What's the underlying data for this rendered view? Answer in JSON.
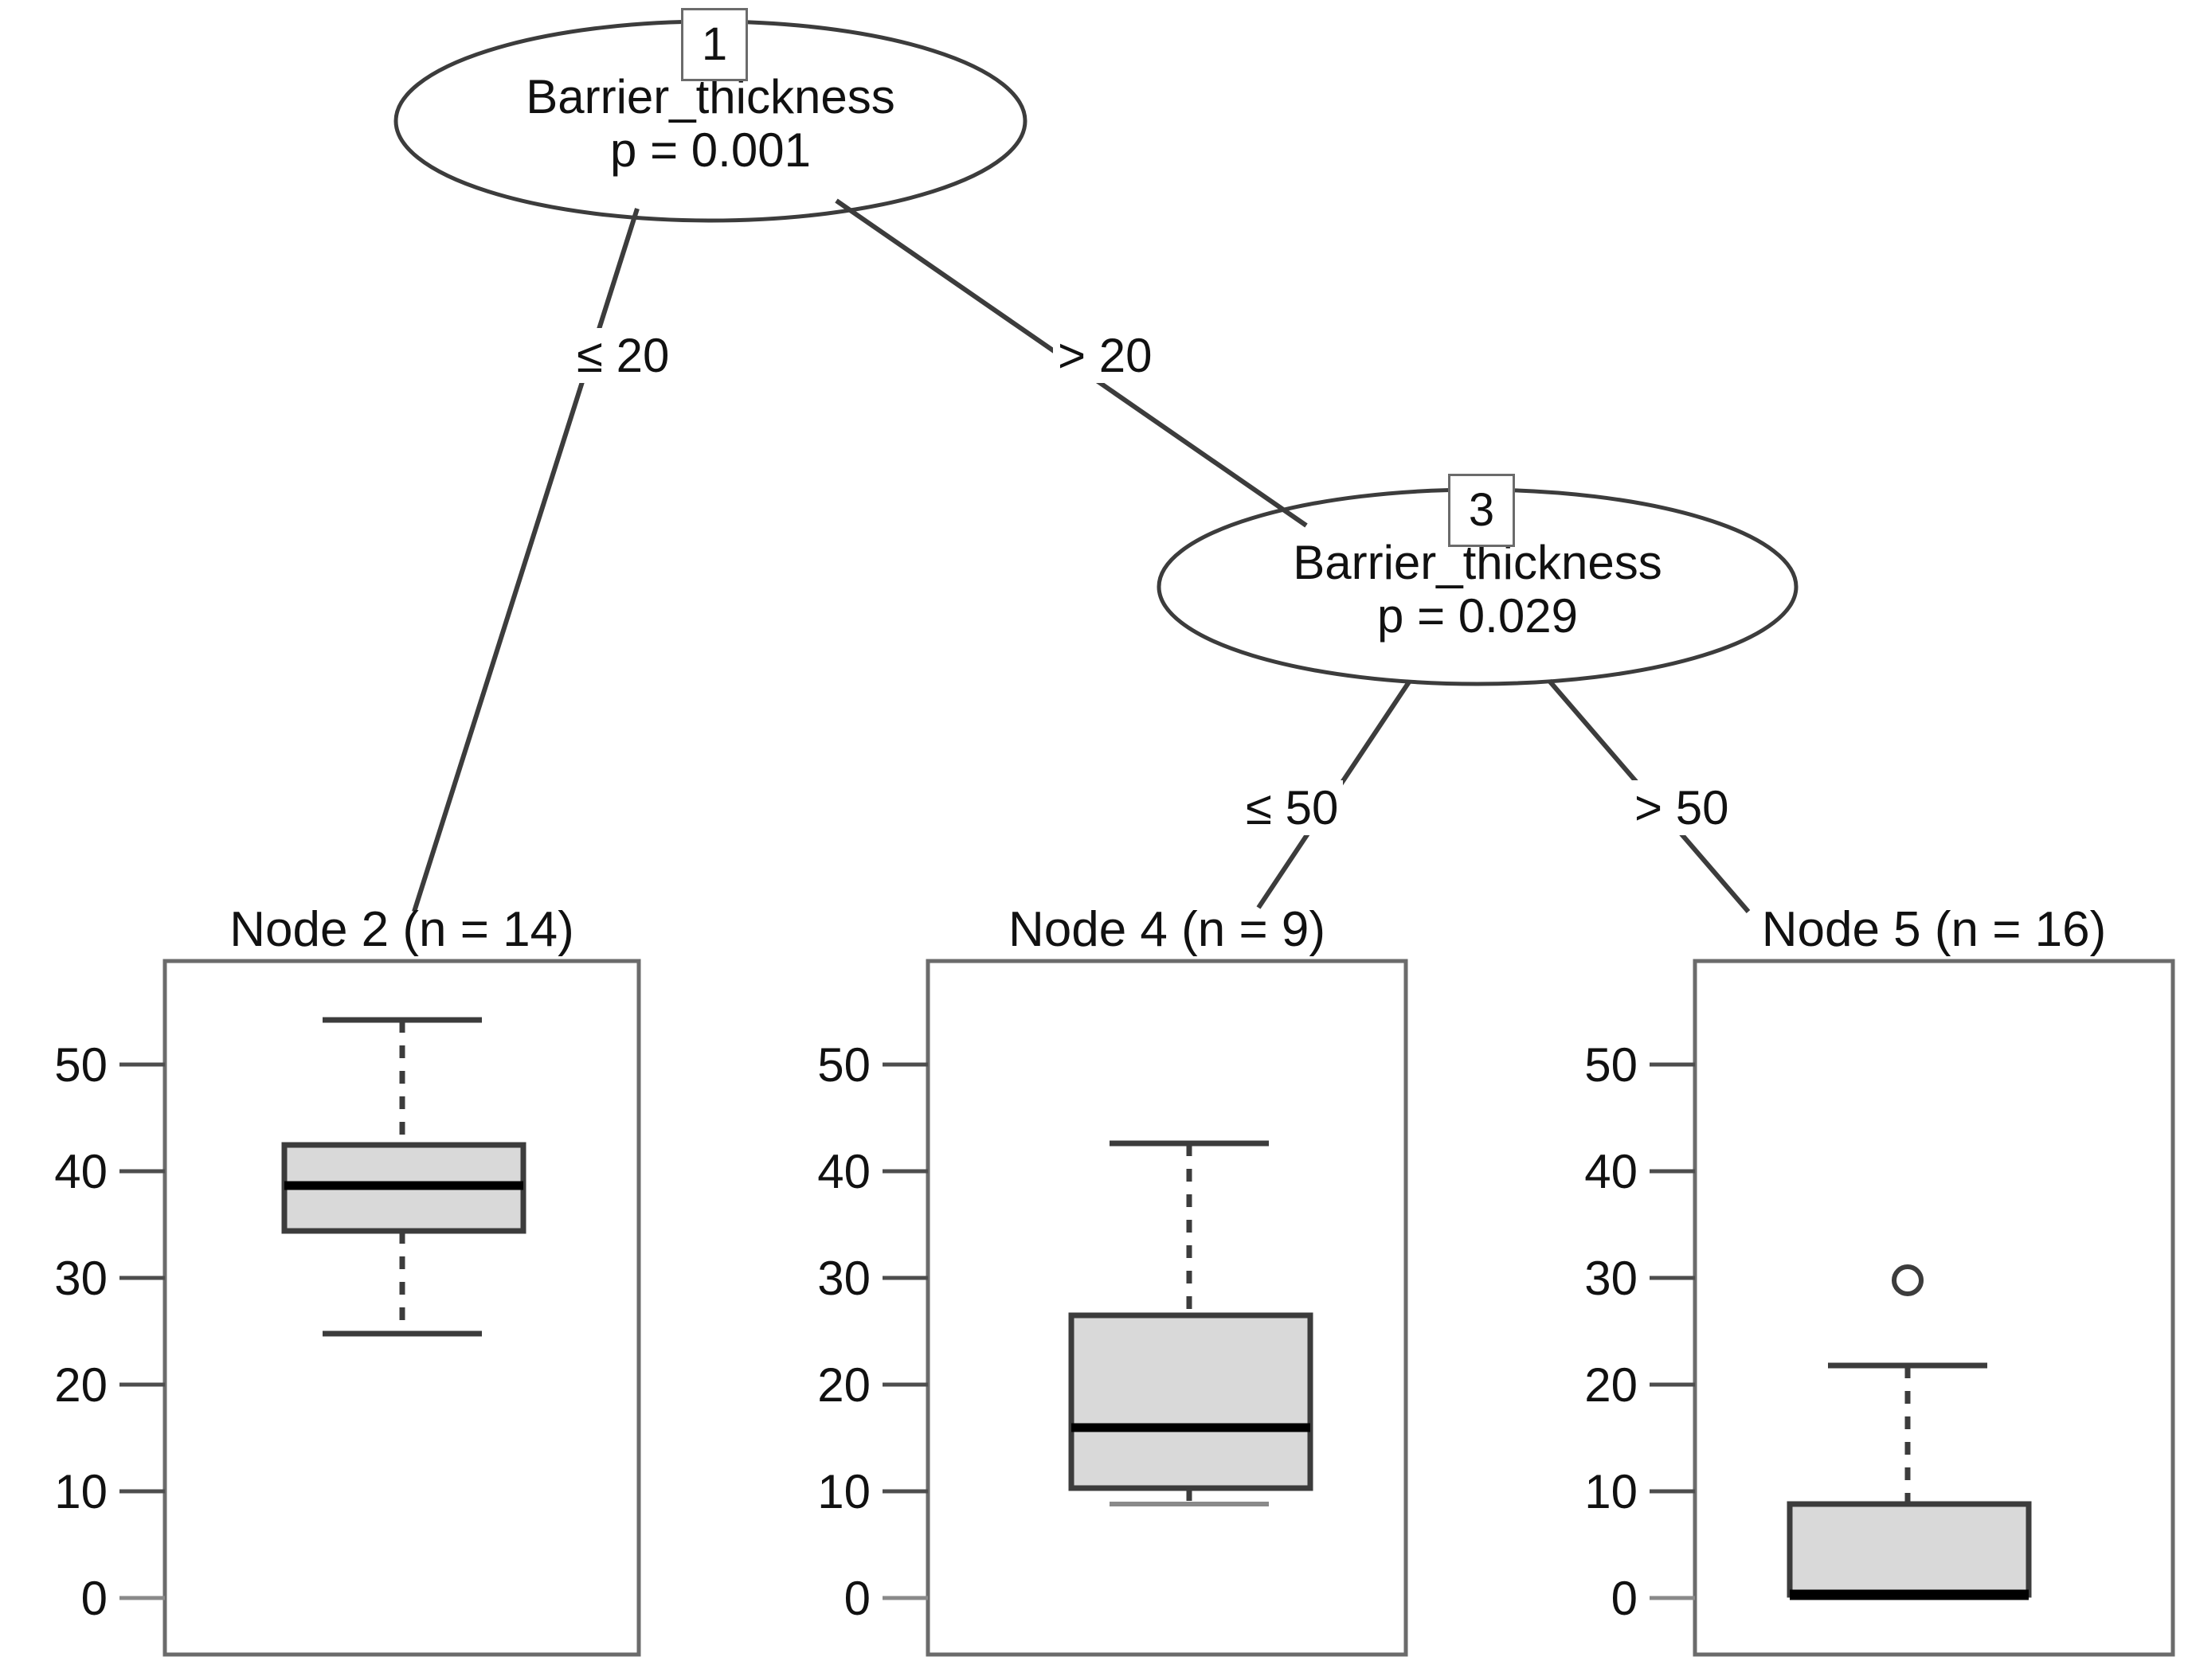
{
  "title": "Conditional inference tree of Barrier_thickness",
  "tree": {
    "nodes": [
      {
        "id": "1",
        "label": "1",
        "variable": "Barrier_thickness",
        "pvalue": "p = 0.001",
        "type": "inner"
      },
      {
        "id": "3",
        "label": "3",
        "variable": "Barrier_thickness",
        "pvalue": "p = 0.029",
        "type": "inner"
      }
    ],
    "edges": [
      {
        "from": "1",
        "to": "2",
        "label": "≤ 20"
      },
      {
        "from": "1",
        "to": "3",
        "label": "> 20"
      },
      {
        "from": "3",
        "to": "4",
        "label": "≤ 50"
      },
      {
        "from": "3",
        "to": "5",
        "label": "> 50"
      }
    ]
  },
  "panels": [
    {
      "id": "node2",
      "title": "Node 2 (n = 14)",
      "n": 14
    },
    {
      "id": "node4",
      "title": "Node 4 (n = 9)",
      "n": 9
    },
    {
      "id": "node5",
      "title": "Node 5 (n = 16)",
      "n": 16
    }
  ],
  "axis": {
    "ticks": [
      "50",
      "40",
      "30",
      "20",
      "10",
      "0"
    ],
    "tick_values": [
      50,
      40,
      30,
      20,
      10,
      0
    ],
    "min": 0,
    "max": 50
  },
  "chart_data": {
    "type": "box",
    "title": "Conditional inference tree — terminal node boxplots",
    "xlabel": "",
    "ylabel": "",
    "ylim": [
      0,
      50
    ],
    "yticks": [
      0,
      10,
      20,
      30,
      40,
      50
    ],
    "grid": false,
    "legend": "none",
    "categories": [
      "Node 2 (n = 14)",
      "Node 4 (n = 9)",
      "Node 5 (n = 16)"
    ],
    "boxes": [
      {
        "name": "Node 2 (n = 14)",
        "n": 14,
        "whisker_low": 24.8,
        "q1": 34.4,
        "median": 38.7,
        "q3": 42.5,
        "whisker_high": 54.2,
        "outliers": []
      },
      {
        "name": "Node 4 (n = 9)",
        "n": 9,
        "whisker_low": 8.8,
        "q1": 10.3,
        "median": 16.0,
        "q3": 26.5,
        "whisker_high": 42.6,
        "outliers": []
      },
      {
        "name": "Node 5 (n = 16)",
        "n": 16,
        "whisker_low": 0.3,
        "q1": 0.3,
        "median": 0.3,
        "q3": 8.8,
        "whisker_high": 21.8,
        "outliers": [
          29.8
        ]
      }
    ]
  },
  "colors": {
    "box_fill": "#d9d9d9",
    "stroke": "#3c3c3c",
    "median": "#000000",
    "background": "#ffffff"
  }
}
